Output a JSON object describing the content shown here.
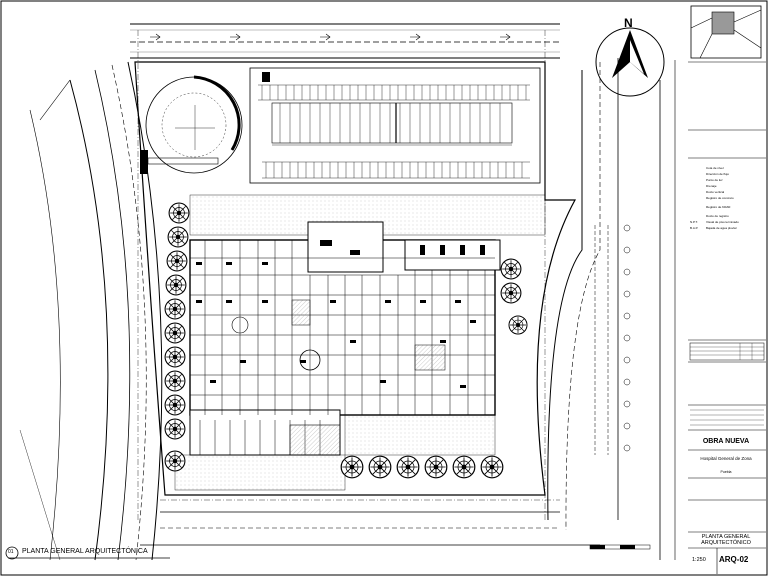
{
  "sheet": {
    "title": "PLANTA GENERAL ARQUITECTÓNICA",
    "view_number": "01",
    "north_label": "N"
  },
  "legend": {
    "items": [
      "Cota de nivel",
      "Dirección de flujo",
      "Punto de luz",
      "Drenaje",
      "Ducto vertical",
      "Registro de concreto",
      "Registro de 60x60",
      "Ducto de registro",
      "Visual de piso terminado",
      "Bajada de agua pluvial"
    ],
    "abbr": [
      "N.P.T.",
      "B.A.P."
    ]
  },
  "title_block": {
    "project_type": "OBRA NUEVA",
    "project_name": "Hospital General de Zona",
    "location": "Puebla",
    "sheet_name": "PLANTA GENERAL ARQUITECTÓNICO",
    "scale": "1:250",
    "sheet_code": "ARQ-02"
  },
  "colors": {
    "line": "#000000",
    "hatch": "#bdbdbd",
    "tree": "#222222"
  }
}
